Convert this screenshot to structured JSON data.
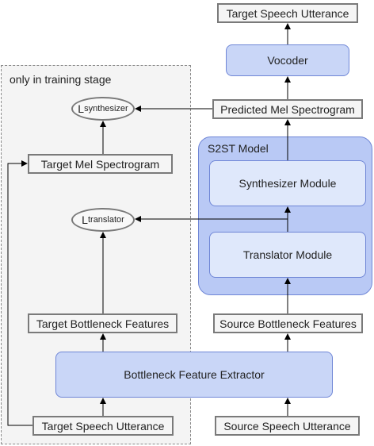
{
  "region": {
    "label": "only in training stage"
  },
  "model": {
    "label": "S2ST Model"
  },
  "boxes": {
    "target_speech_top": "Target Speech Utterance",
    "vocoder": "Vocoder",
    "predicted_mel": "Predicted Mel Spectrogram",
    "target_mel": "Target Mel Spectrogram",
    "synthesizer": "Synthesizer Module",
    "translator": "Translator Module",
    "target_bottleneck": "Target Bottleneck Features",
    "source_bottleneck": "Source Bottleneck Features",
    "extractor": "Bottleneck Feature Extractor",
    "target_speech_bottom": "Target Speech Utterance",
    "source_speech": "Source Speech Utterance"
  },
  "losses": {
    "synth_symbol": "L",
    "synth_sub": "synthesizer",
    "trans_symbol": "L",
    "trans_sub": "translator"
  }
}
